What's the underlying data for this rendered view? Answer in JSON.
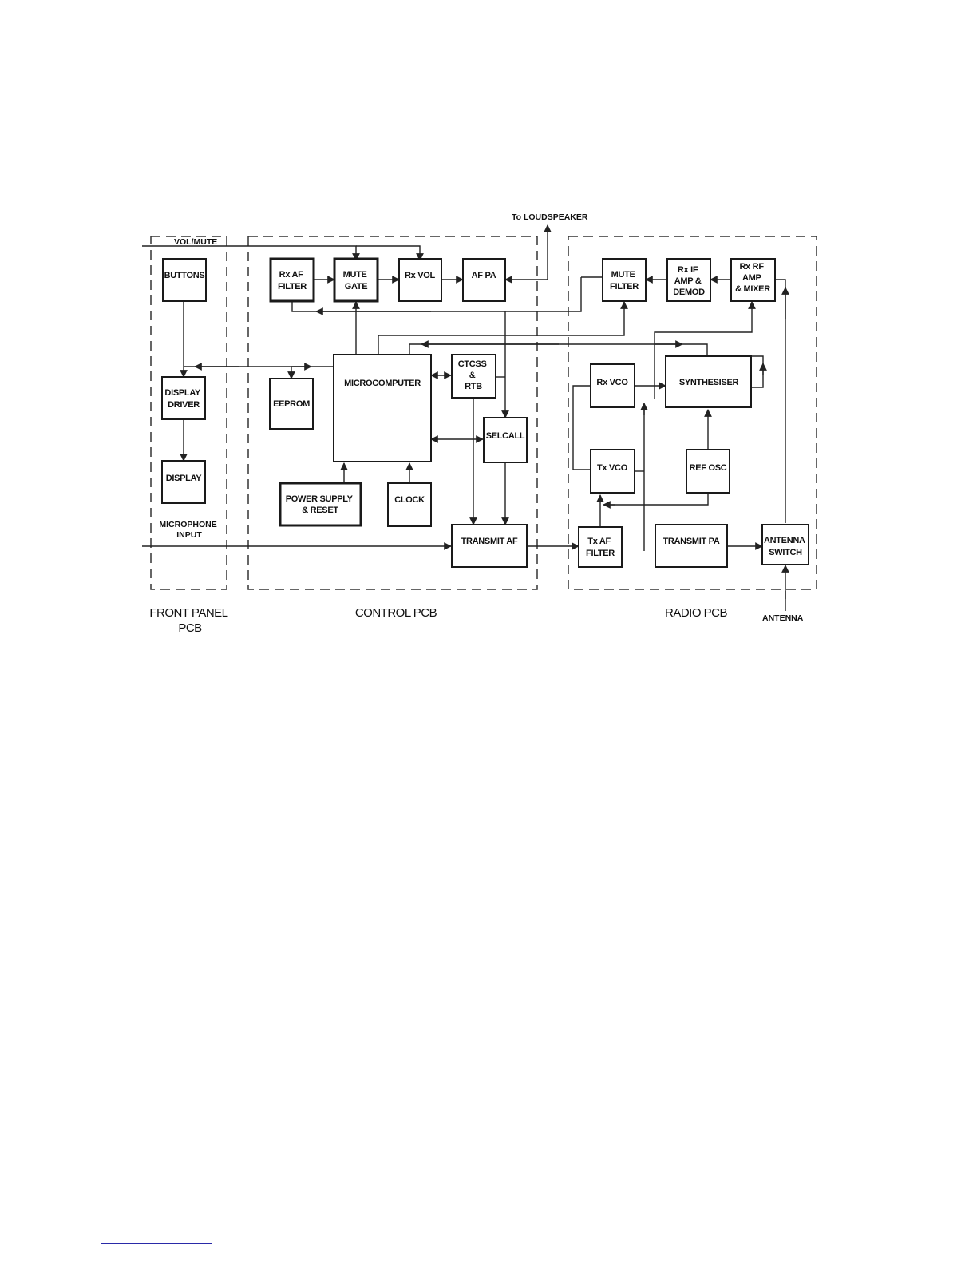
{
  "diagram": {
    "top_labels": {
      "vol_mute": "VOL/MUTE",
      "to_loudspeaker": "To LOUDSPEAKER"
    },
    "blocks": {
      "buttons": [
        "BUTTONS"
      ],
      "display_driver": [
        "DISPLAY",
        "DRIVER"
      ],
      "display": [
        "DISPLAY"
      ],
      "rx_af_filter": [
        "Rx AF",
        "FILTER"
      ],
      "mute_gate": [
        "MUTE",
        "GATE"
      ],
      "rx_vol": [
        "Rx VOL"
      ],
      "af_pa": [
        "AF PA"
      ],
      "eeprom": [
        "EEPROM"
      ],
      "microcomputer": [
        "MICROCOMPUTER"
      ],
      "ctcss_rtb": [
        "CTCSS",
        "&",
        "RTB"
      ],
      "selcall": [
        "SELCALL"
      ],
      "power_supply": [
        "POWER SUPPLY",
        "& RESET"
      ],
      "clock": [
        "CLOCK"
      ],
      "transmit_af": [
        "TRANSMIT AF"
      ],
      "mute_filter": [
        "MUTE",
        "FILTER"
      ],
      "rx_if_amp": [
        "Rx IF",
        "AMP &",
        "DEMOD"
      ],
      "rx_rf_amp": [
        "Rx RF",
        "AMP",
        "& MIXER"
      ],
      "rx_vco": [
        "Rx VCO"
      ],
      "synthesiser": [
        "SYNTHESISER"
      ],
      "tx_vco": [
        "Tx VCO"
      ],
      "ref_osc": [
        "REF OSC"
      ],
      "tx_af_filter": [
        "Tx AF",
        "FILTER"
      ],
      "transmit_pa": [
        "TRANSMIT PA"
      ],
      "antenna_switch": [
        "ANTENNA",
        "SWITCH"
      ]
    },
    "inline_labels": {
      "microphone_input": [
        "MICROPHONE",
        "INPUT"
      ]
    },
    "sections": {
      "front_panel": [
        "FRONT PANEL",
        "PCB"
      ],
      "control": [
        "CONTROL PCB"
      ],
      "radio": [
        "RADIO PCB"
      ]
    },
    "antenna_label": "ANTENNA"
  }
}
